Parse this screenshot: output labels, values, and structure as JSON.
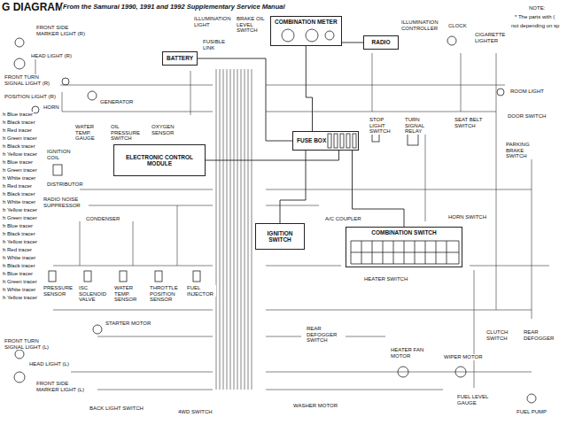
{
  "diagram": {
    "title": "G DIAGRAM",
    "nodes": [
      {
        "text": [
          "COMBINATION METER"
        ]
      },
      {
        "text": [
          "RADIO"
        ]
      },
      {
        "text": [
          "BATTERY"
        ]
      },
      {
        "text": [
          "FUSE BOX"
        ]
      },
      {
        "text": [
          "ELECTRONIC CONTROL MODULE"
        ]
      },
      {
        "text": [
          "IGNITION SWITCH"
        ]
      },
      {
        "text": [
          "COMBINATION SWITCH"
        ]
      }
    ],
    "edges": [
      {
        "from": 2,
        "to": 3,
        "arrow": "none"
      },
      {
        "from": 0,
        "to": 3,
        "arrow": "none"
      },
      {
        "from": 4,
        "to": 3,
        "arrow": "none"
      },
      {
        "from": 5,
        "to": 3,
        "arrow": "none"
      },
      {
        "from": 6,
        "to": 3,
        "arrow": "none"
      },
      {
        "from": 1,
        "to": 0,
        "arrow": "none"
      }
    ],
    "labels": [
      "From the Samurai 1990, 1991 and 1992 Supplementary Service Manual",
      "FRONT SIDE MARKER LIGHT (R)",
      "HEAD LIGHT (R)",
      "FRONT TURN SIGNAL LIGHT (R)",
      "POSITION LIGHT (R)",
      "HORN",
      "FUSIBLE LINK",
      "BRAKE OIL LEVEL SWITCH",
      "ILLUMINATION LIGHT",
      "ILLUMINATION CONTROLLER",
      "CLOCK",
      "CIGARETTE LIGHTER",
      "NOTE:",
      "* The parts with (",
      "not depending on sp",
      "ROOM LIGHT",
      "DOOR SWITCH",
      "GENERATOR",
      "WATER TEMP. GAUGE",
      "OIL PRESSURE SWITCH",
      "OXYGEN SENSOR",
      "STOP LIGHT SWITCH",
      "TURN SIGNAL RELAY",
      "SEAT BELT SWITCH",
      "PARKING BRAKE SWITCH",
      "IGNITION COIL",
      "DISTRIBUTOR",
      "RADIO NOISE SUPPRESSOR",
      "CONDENSER",
      "A/C COUPLER",
      "HORN SWITCH",
      "PRESSURE SENSOR",
      "ISC SOLENOID VALVE",
      "WATER TEMP. SENSOR",
      "THROTTLE POSITION SENSOR",
      "FUEL INJECTOR",
      "STARTER MOTOR",
      "HEATER SWITCH",
      "REAR DEFOGGER SWITCH",
      "HEATER FAN MOTOR",
      "WIPER MOTOR",
      "CLUTCH SWITCH",
      "REAR DEFOGGER",
      "FRONT TURN SIGNAL LIGHT (L)",
      "HEAD LIGHT (L)",
      "FRONT SIDE MARKER LIGHT (L)",
      "BACK LIGHT SWITCH",
      "4WD SWITCH",
      "WASHER MOTOR",
      "FUEL LEVEL GAUGE",
      "FUEL PUMP",
      "h Blue tracer",
      "h Black tracer",
      "h Red tracer",
      "h Green tracer",
      "h Black tracer",
      "h Yellow tracer",
      "h Blue tracer",
      "h Green tracer",
      "h White tracer",
      "h Red tracer",
      "h Black tracer",
      "h White tracer",
      "h Yellow tracer",
      "h Green tracer",
      "h Blue tracer",
      "h Black tracer",
      "h Yellow tracer",
      "h Red tracer",
      "h White tracer",
      "h Black tracer",
      "h Blue tracer",
      "h Green tracer",
      "h White tracer",
      "h Yellow tracer"
    ]
  }
}
